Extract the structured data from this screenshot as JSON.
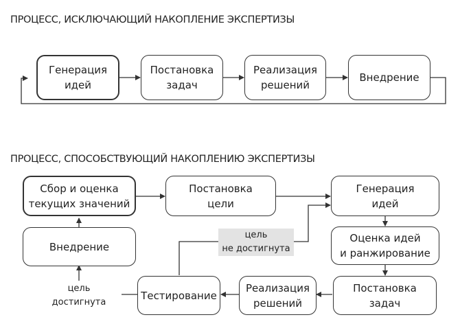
{
  "diagram_top": {
    "title": "ПРОЦЕСС, ИСКЛЮЧАЮЩИЙ НАКОПЛЕНИЕ ЭКСПЕРТИЗЫ",
    "steps": [
      {
        "label": "Генерация\nидей",
        "emphasized": true
      },
      {
        "label": "Постановка\nзадач",
        "emphasized": false
      },
      {
        "label": "Реализация\nрешений",
        "emphasized": false
      },
      {
        "label": "Внедрение",
        "emphasized": false
      }
    ]
  },
  "diagram_bottom": {
    "title": "ПРОЦЕСС, СПОСОБСТВУЮЩИЙ НАКОПЛЕНИЮ ЭКСПЕРТИЗЫ",
    "steps": {
      "collect": "Сбор и оценка\nтекущих значений",
      "goal": "Постановка\nцели",
      "generate": "Генерация\nидей",
      "evaluate": "Оценка идей\nи ранжирование",
      "tasks": "Постановка\nзадач",
      "implement": "Реализация\nрешений",
      "test": "Тестирование",
      "deploy": "Внедрение"
    },
    "labels": {
      "not_reached": "цель\nне достигнута",
      "reached": "цель\nдостигнута"
    }
  }
}
